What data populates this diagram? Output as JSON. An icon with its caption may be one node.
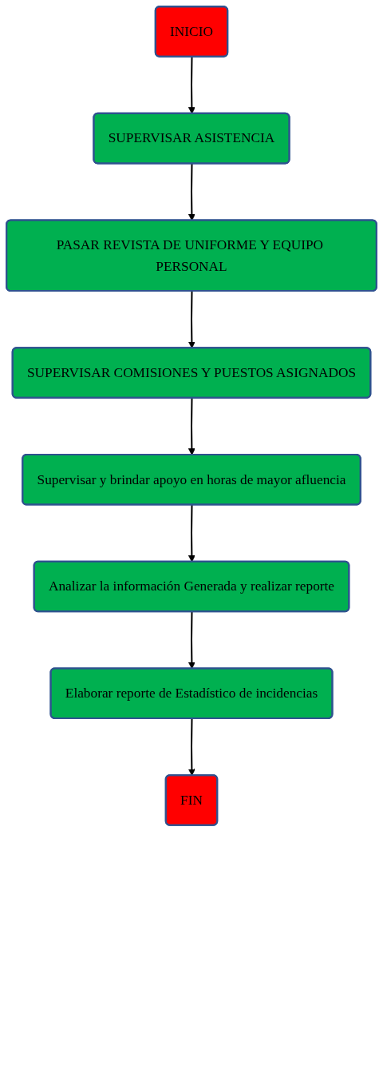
{
  "diagram": {
    "nodes": [
      {
        "text": [
          "INICIO"
        ]
      },
      {
        "text": [
          "SUPERVISAR ASISTENCIA"
        ]
      },
      {
        "text": [
          "PASAR REVISTA DE UNIFORME Y EQUIPO PERSONAL"
        ]
      },
      {
        "text": [
          "SUPERVISAR COMISIONES Y PUESTOS ASIGNADOS"
        ]
      },
      {
        "text": [
          "Supervisar y brindar apoyo en horas de mayor afluencia"
        ]
      },
      {
        "text": [
          "Analizar la información Generada y realizar reporte"
        ]
      },
      {
        "text": [
          "Elaborar reporte de Estadístico de incidencias"
        ]
      },
      {
        "text": [
          "FIN"
        ]
      }
    ],
    "edges": [
      {
        "from": 0,
        "to": 1,
        "arrow": "to"
      },
      {
        "from": 1,
        "to": 2,
        "arrow": "to"
      },
      {
        "from": 2,
        "to": 3,
        "arrow": "to"
      },
      {
        "from": 3,
        "to": 4,
        "arrow": "to"
      },
      {
        "from": 4,
        "to": 5,
        "arrow": "to"
      },
      {
        "from": 5,
        "to": 6,
        "arrow": "to"
      },
      {
        "from": 6,
        "to": 7,
        "arrow": "to"
      }
    ]
  }
}
